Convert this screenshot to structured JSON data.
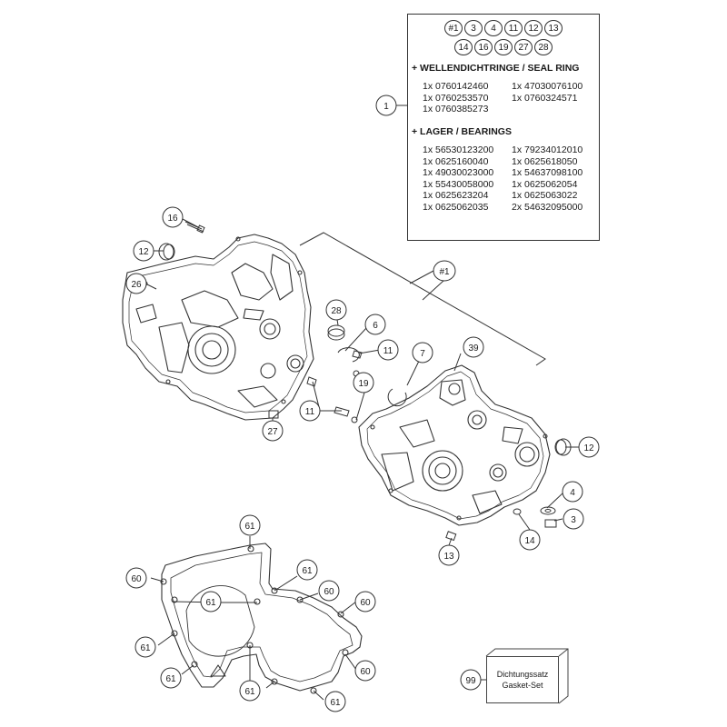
{
  "kit": {
    "ref_chips": [
      "#1",
      "3",
      "4",
      "11",
      "12",
      "13",
      "14",
      "16",
      "19",
      "27",
      "28"
    ],
    "sections": [
      {
        "heading": "+ WELLENDICHTRINGE / SEAL RING",
        "items": [
          "1x 0760142460",
          "1x 47030076100",
          "1x 0760253570",
          "1x 0760324571",
          "1x 0760385273"
        ]
      },
      {
        "heading": "+ LAGER / BEARINGS",
        "items": [
          "1x 56530123200",
          "1x 79234012010",
          "1x 0625160040",
          "1x 0625618050",
          "1x 49030023000",
          "1x 54637098100",
          "1x 55430058000",
          "1x 0625062054",
          "1x 0625623204",
          "1x 0625063022",
          "1x 0625062035",
          "2x 54632095000"
        ]
      }
    ]
  },
  "callouts": {
    "c1": "1",
    "c16": "16",
    "c12a": "12",
    "c26": "26",
    "c28": "28",
    "c6": "6",
    "c11a": "11",
    "c7": "7",
    "c39": "39",
    "c19": "19",
    "c11b": "11",
    "c27": "27",
    "c12b": "12",
    "c4": "4",
    "c3": "3",
    "c14": "14",
    "c13": "13",
    "c1hash": "#1",
    "c61a": "61",
    "c60a": "60",
    "c61b": "61",
    "c61c": "61",
    "c60b": "60",
    "c60c": "60",
    "c61d": "61",
    "c61e": "61",
    "c60d": "60",
    "c61f": "61",
    "c61g": "61",
    "c99": "99"
  },
  "gasket_set": {
    "line1": "Dichtungssatz",
    "line2": "Gasket-Set"
  }
}
